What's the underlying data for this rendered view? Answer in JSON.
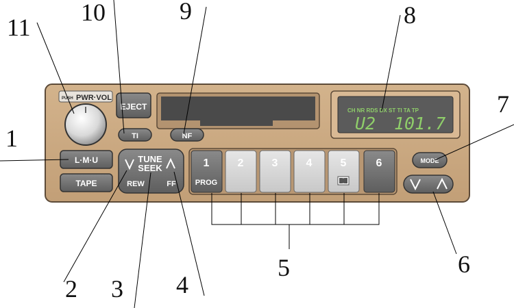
{
  "colors": {
    "panel": "#c9a77f",
    "panel_edge": "#6e5a45",
    "button_dark": "#6e6e6e",
    "button_light": "#d6d6d6",
    "lcd_bg": "#5b5b5b",
    "lcd_text": "#8fce6a",
    "cassette_slot": "#4a4a4a"
  },
  "labels": {
    "pwr_push": "PUSH",
    "pwr_vol": "PWR·VOL",
    "eject": "EJECT",
    "ti": "TI",
    "nf": "NF",
    "lmu": "L·M·U",
    "tape": "TAPE",
    "tune": "TUNE",
    "seek": "SEEK",
    "rew": "REW",
    "ff": "FF",
    "mode": "MODE",
    "preset_1": "1",
    "preset_1_sub": "PROG",
    "preset_2": "2",
    "preset_3": "3",
    "preset_4": "4",
    "preset_5": "5",
    "preset_6": "6"
  },
  "display": {
    "indicators": "CH NR RDS DX ST TI TA TP",
    "band": "U2",
    "frequency": "101.7"
  },
  "callouts": {
    "c1": "1",
    "c2": "2",
    "c3": "3",
    "c4": "4",
    "c5": "5",
    "c6": "6",
    "c7": "7",
    "c8": "8",
    "c9": "9",
    "c10": "10",
    "c11": "11"
  },
  "icons": {
    "tune_down": "chevron-down-icon",
    "tune_up": "chevron-up-icon",
    "preset5": "dolby-icon",
    "down": "chevron-down-icon",
    "up": "chevron-up-icon"
  }
}
